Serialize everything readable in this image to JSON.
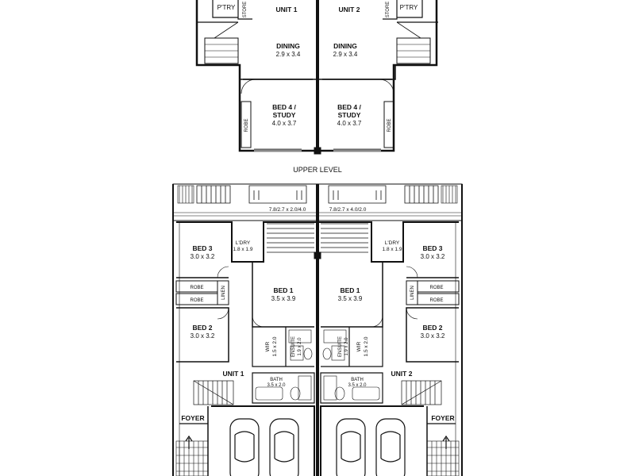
{
  "plan_title": "UPPER LEVEL",
  "upper": {
    "unit_1": "UNIT 1",
    "unit_2": "UNIT 2",
    "pantry_1": "P'TRY",
    "pantry_2": "P'TRY",
    "store_1": "STORE",
    "store_2": "STORE",
    "dining_1": {
      "name": "DINING",
      "dims": "2.9 x 3.4"
    },
    "dining_2": {
      "name": "DINING",
      "dims": "2.9 x 3.4"
    },
    "bed4_1": {
      "name_a": "BED 4 /",
      "name_b": "STUDY",
      "dims": "4.0 x 3.7"
    },
    "bed4_2": {
      "name_a": "BED 4 /",
      "name_b": "STUDY",
      "dims": "4.0 x 3.7"
    },
    "robe_1": "ROBE",
    "robe_2": "ROBE"
  },
  "lower": {
    "deck_1": "7.8/2.7 x 2.0/4.0",
    "deck_2": "7.8/2.7 x 4.0/2.0",
    "bed3_1": {
      "name": "BED 3",
      "dims": "3.0 x 3.2"
    },
    "bed3_2": {
      "name": "BED 3",
      "dims": "3.0 x 3.2"
    },
    "ldry_1": {
      "name": "L'DRY",
      "dims": "1.8 x 1.9"
    },
    "ldry_2": {
      "name": "L'DRY",
      "dims": "1.8 x 1.9"
    },
    "bed1_1": {
      "name": "BED 1",
      "dims": "3.5 x 3.9"
    },
    "bed1_2": {
      "name": "BED 1",
      "dims": "3.5 x 3.9"
    },
    "robe_a1": "ROBE",
    "robe_b1": "ROBE",
    "robe_a2": "ROBE",
    "robe_b2": "ROBE",
    "linen_1": "LINEN",
    "linen_2": "LINEN",
    "bed2_1": {
      "name": "BED 2",
      "dims": "3.0 x 3.2"
    },
    "bed2_2": {
      "name": "BED 2",
      "dims": "3.0 x 3.2"
    },
    "wir_1": {
      "name": "WIR",
      "dims": "1.5 x 2.0"
    },
    "wir_2": {
      "name": "WIR",
      "dims": "1.5 x 2.0"
    },
    "ensuite_1": {
      "name": "ENSUITE",
      "dims": "1.9 x 2.0"
    },
    "ensuite_2": {
      "name": "ENSUITE",
      "dims": "1.9 x 2.0"
    },
    "unit_1": "UNIT 1",
    "unit_2": "UNIT 2",
    "bath_1": {
      "name": "BATH",
      "dims": "3.5 x 2.0"
    },
    "bath_2": {
      "name": "BATH",
      "dims": "3.5 x 2.0"
    },
    "foyer_1": "FOYER",
    "foyer_2": "FOYER"
  }
}
